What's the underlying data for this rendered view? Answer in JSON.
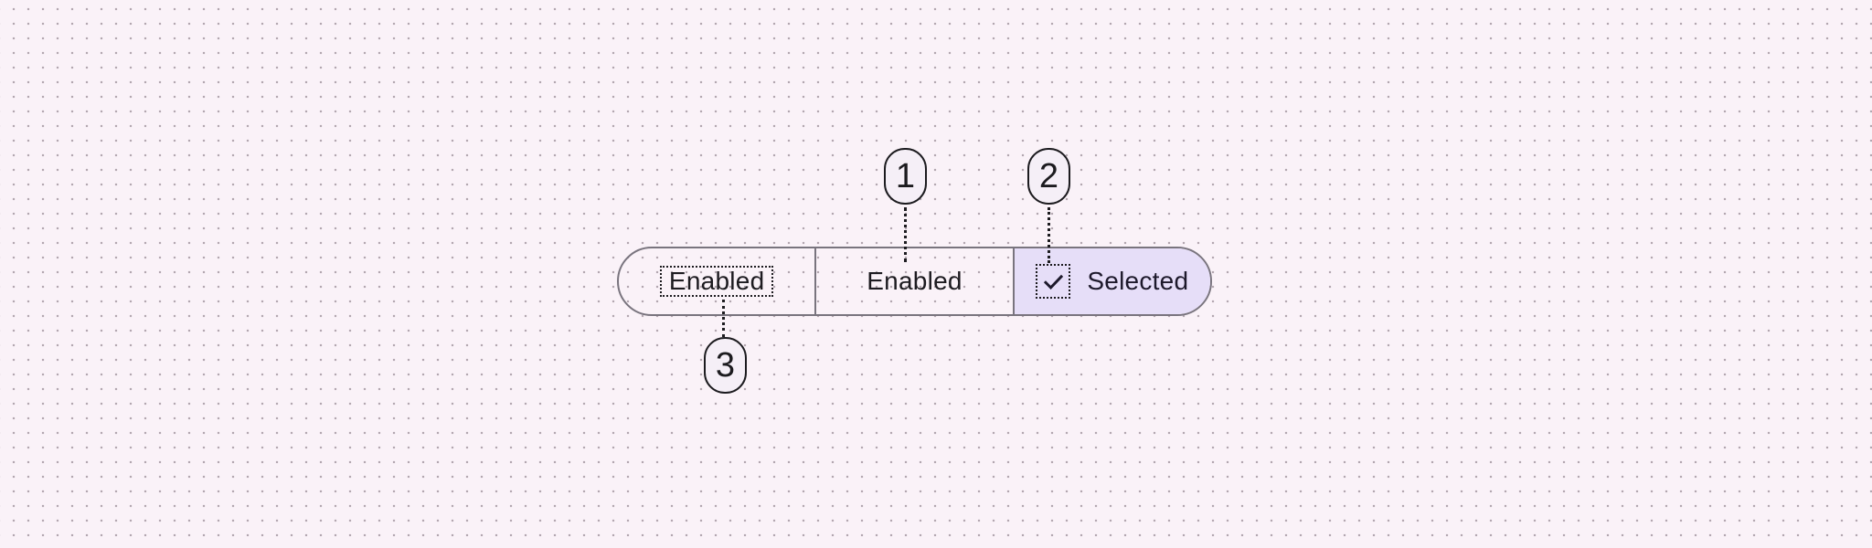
{
  "colors": {
    "page_bg": "#FAF2F8",
    "grid_dot": "#B3A7B0",
    "outline": "#79747E",
    "selected_fill": "#E6DEF8",
    "selected_text": "#1D192B",
    "label_text": "#1D1B20",
    "annotation": "#1C1B1F",
    "badge_fill": "#F5EFF7"
  },
  "segmented_button": {
    "segments": [
      {
        "label": "Enabled",
        "state": "enabled",
        "label_annotated": true
      },
      {
        "label": "Enabled",
        "state": "enabled",
        "label_annotated": false
      },
      {
        "label": "Selected",
        "state": "selected",
        "icon": "checkmark-icon",
        "icon_annotated": true
      }
    ]
  },
  "callouts": [
    {
      "number": "1"
    },
    {
      "number": "2"
    },
    {
      "number": "3"
    }
  ]
}
